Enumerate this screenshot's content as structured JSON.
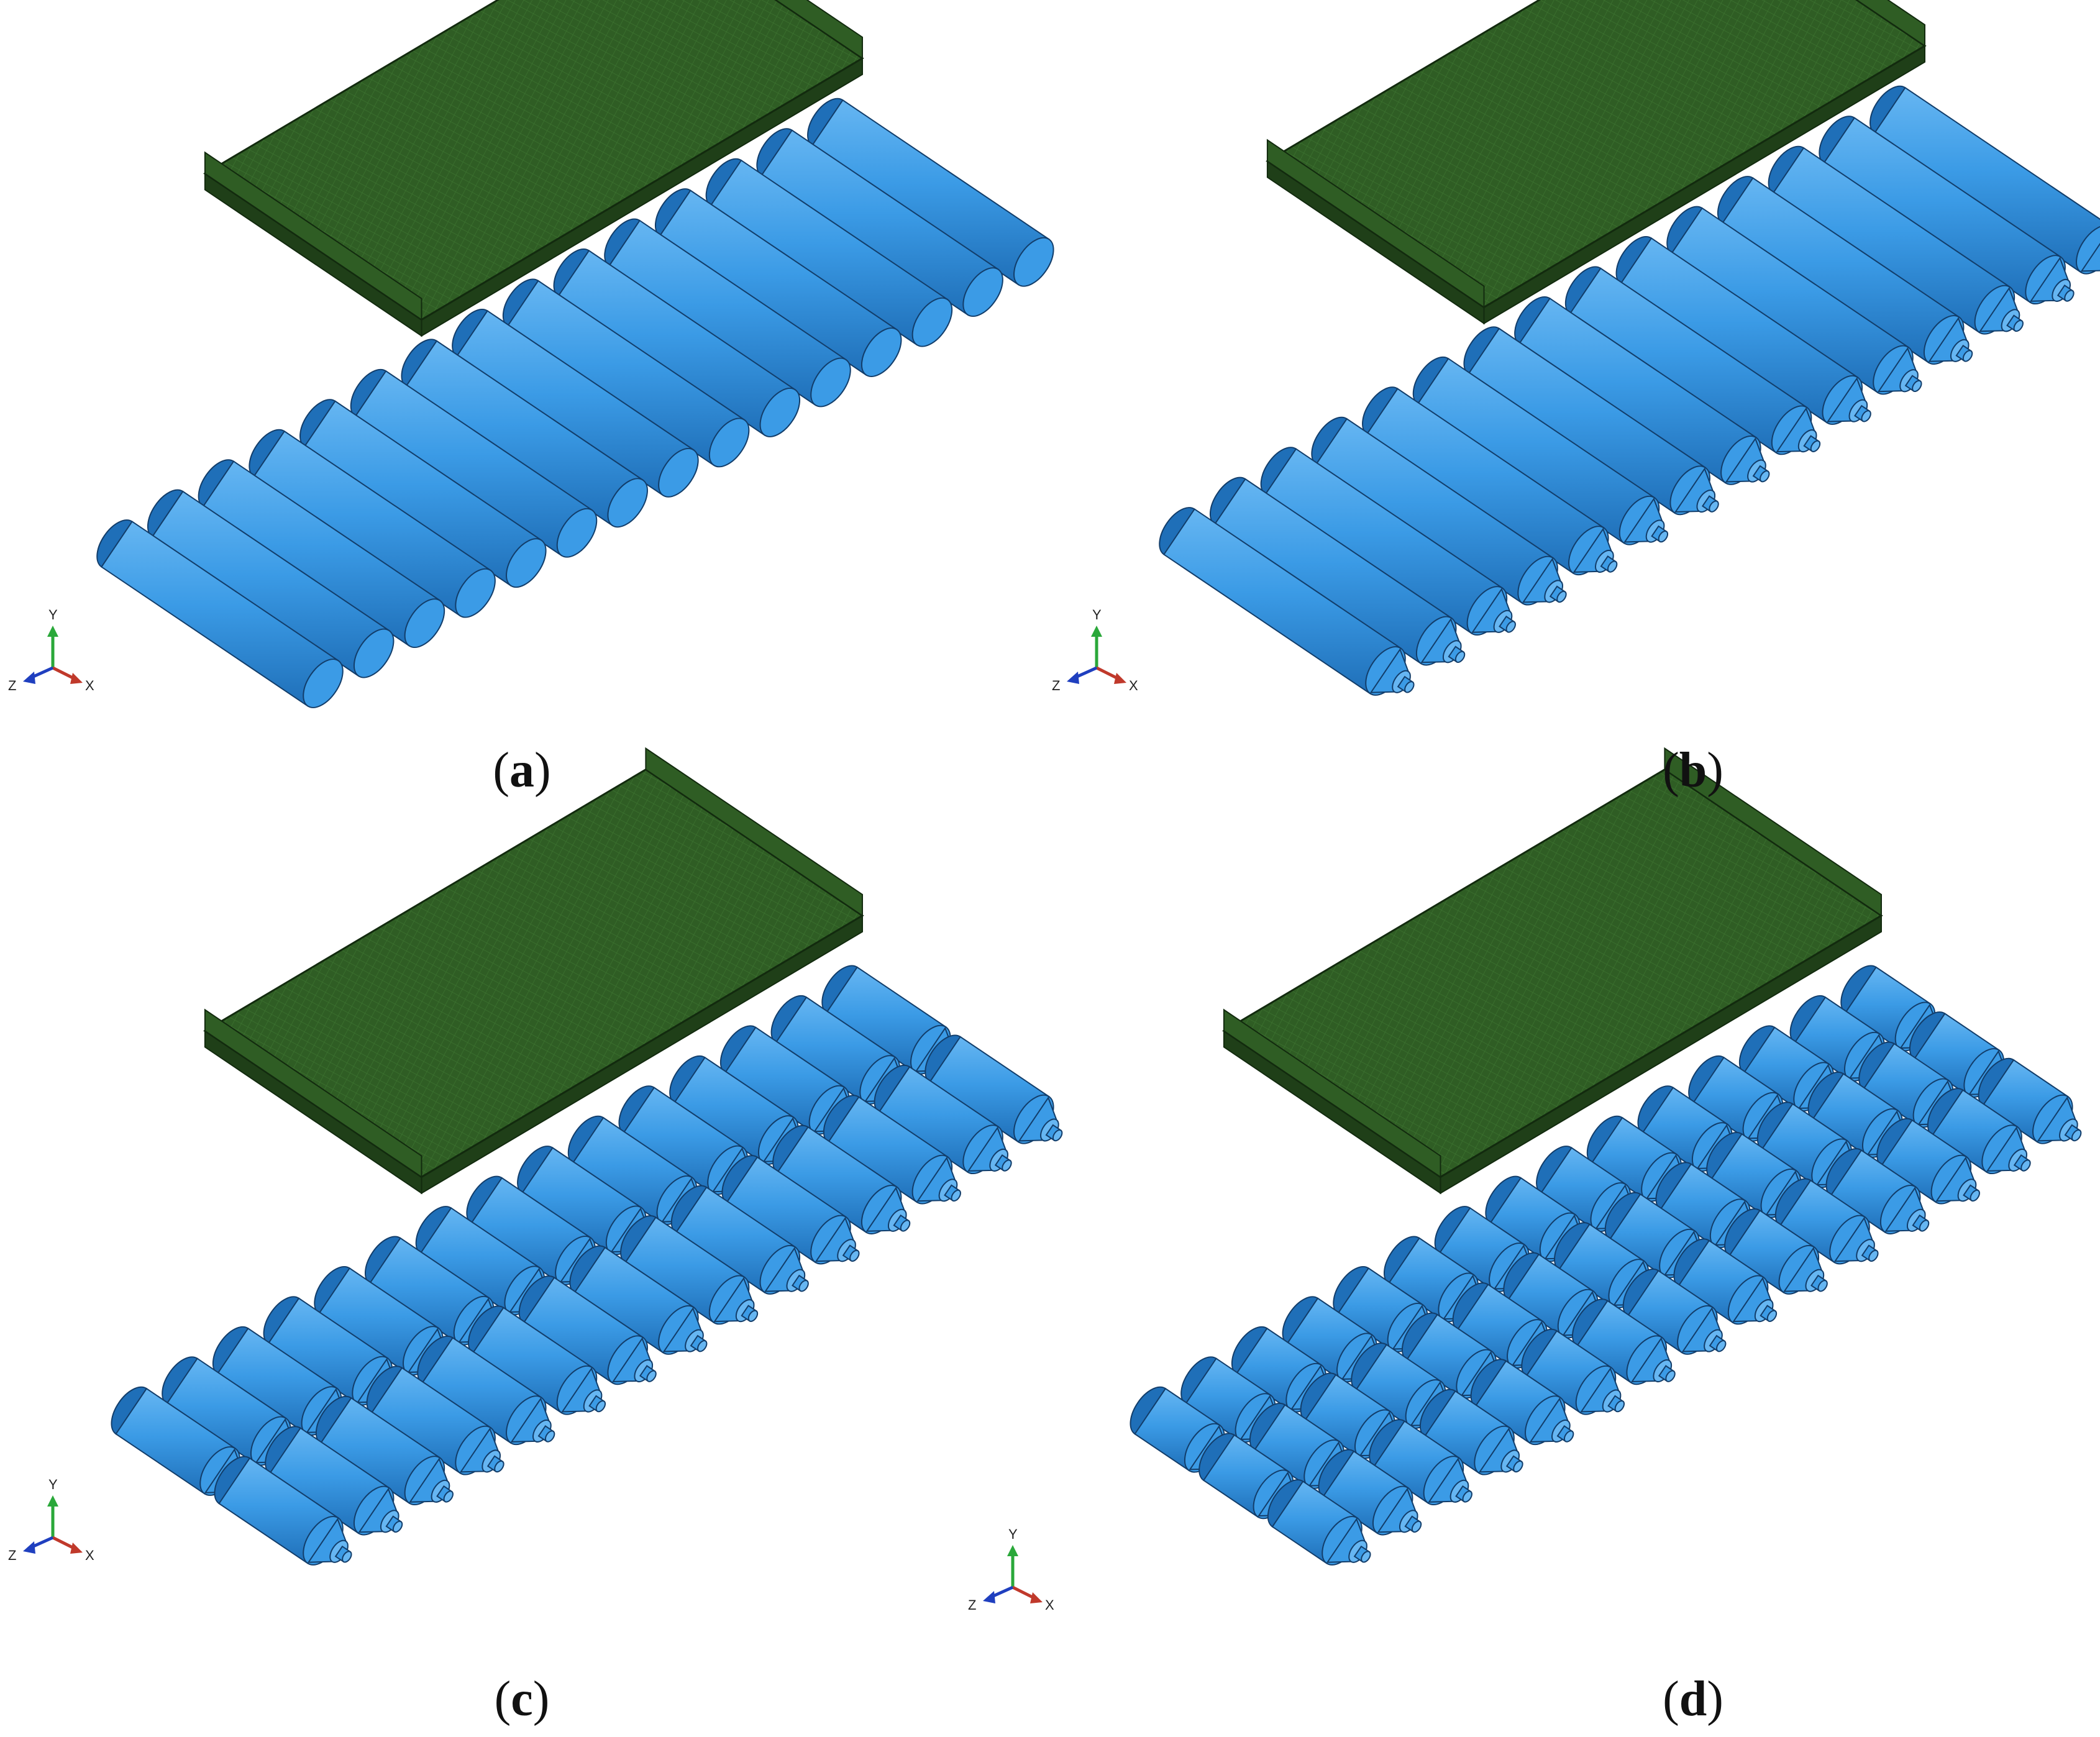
{
  "panels": [
    {
      "id": "a",
      "label": "a",
      "roller_type": "plain-cylinder",
      "roller_rows": 1,
      "roller_count": 15
    },
    {
      "id": "b",
      "label": "b",
      "roller_type": "cylinder-with-conical-end-and-shaft",
      "roller_rows": 1,
      "roller_count": 15
    },
    {
      "id": "c",
      "label": "c",
      "roller_type": "cylinder-with-conical-end-and-shaft",
      "roller_rows": 2,
      "roller_count": 15
    },
    {
      "id": "d",
      "label": "d",
      "roller_type": "cylinder-with-conical-end-and-shaft",
      "roller_rows": 3,
      "roller_count": 15
    }
  ],
  "axis_triad": {
    "y": "Y",
    "z": "Z",
    "x": "X"
  },
  "colors": {
    "roller_fill": "#3b9be6",
    "roller_light": "#66b6f2",
    "roller_dark": "#1f6fb8",
    "roller_stroke": "#123d6a",
    "tray_top": "#2f5d24",
    "tray_side": "#1f3f18",
    "tray_mesh": "#3c7230",
    "axis_y": "#2aa83a",
    "axis_x": "#c0392b",
    "axis_z": "#1f3fbf"
  }
}
